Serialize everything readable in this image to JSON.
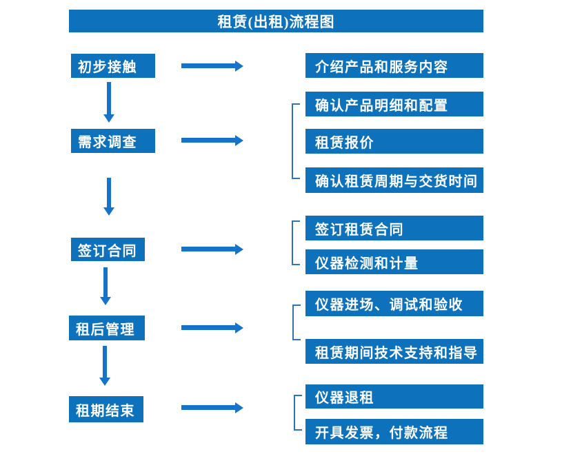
{
  "title": "租赁(出租)流程图",
  "colors": {
    "box_blue": "#0d71bc",
    "arrow_blue": "#1573c9",
    "bracket_blue": "#2e74b5",
    "text_white": "#ffffff",
    "bg_white": "#ffffff"
  },
  "flow": {
    "steps": [
      {
        "label": "初步接触"
      },
      {
        "label": "需求调查"
      },
      {
        "label": "签订合同"
      },
      {
        "label": "租后管理"
      },
      {
        "label": "租期结束"
      }
    ],
    "details": [
      {
        "label": "介绍产品和服务内容"
      },
      {
        "label": "确认产品明细和配置"
      },
      {
        "label": "租赁报价"
      },
      {
        "label": "确认租赁周期与交货时间"
      },
      {
        "label": "签订租赁合同"
      },
      {
        "label": "仪器检测和计量"
      },
      {
        "label": "仪器进场、调试和验收"
      },
      {
        "label": "租赁期间技术支持和指导"
      },
      {
        "label": "仪器退租"
      },
      {
        "label": "开具发票，付款流程"
      }
    ]
  }
}
